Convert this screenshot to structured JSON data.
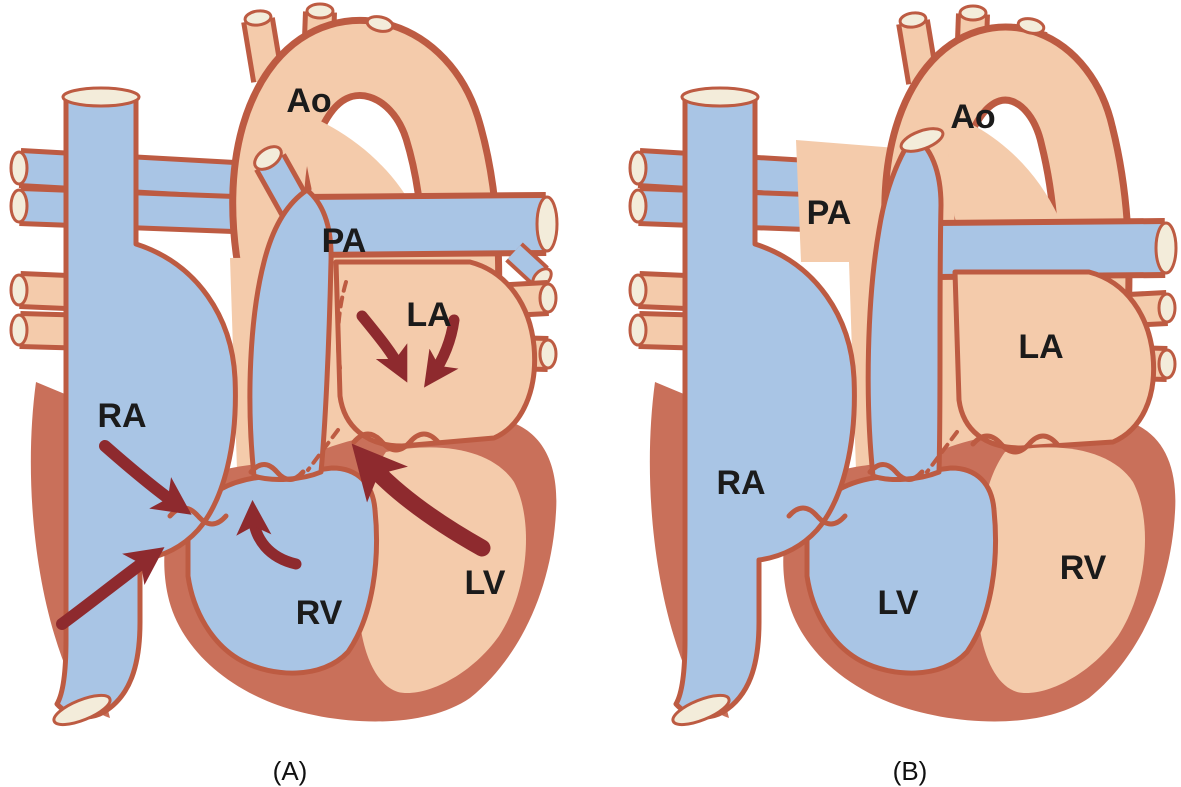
{
  "figure": {
    "panel_a": {
      "caption": "(A)",
      "labels": {
        "ao": "Ao",
        "pa": "PA",
        "la": "LA",
        "ra": "RA",
        "rv": "RV",
        "lv": "LV"
      }
    },
    "panel_b": {
      "caption": "(B)",
      "labels": {
        "ao": "Ao",
        "pa": "PA",
        "la": "LA",
        "ra": "RA",
        "lv": "LV",
        "rv": "RV"
      }
    },
    "colors": {
      "deoxygenated_blue": "#a9c5e5",
      "oxygenated_pink": "#f4cbab",
      "vessel_outline": "#bd5b42",
      "heart_wall": "#c9705a",
      "flow_arrow": "#8e2a2e",
      "cut_vessel_end": "#f3ecda",
      "label_text": "#1b1b1b",
      "background": "#ffffff"
    }
  }
}
